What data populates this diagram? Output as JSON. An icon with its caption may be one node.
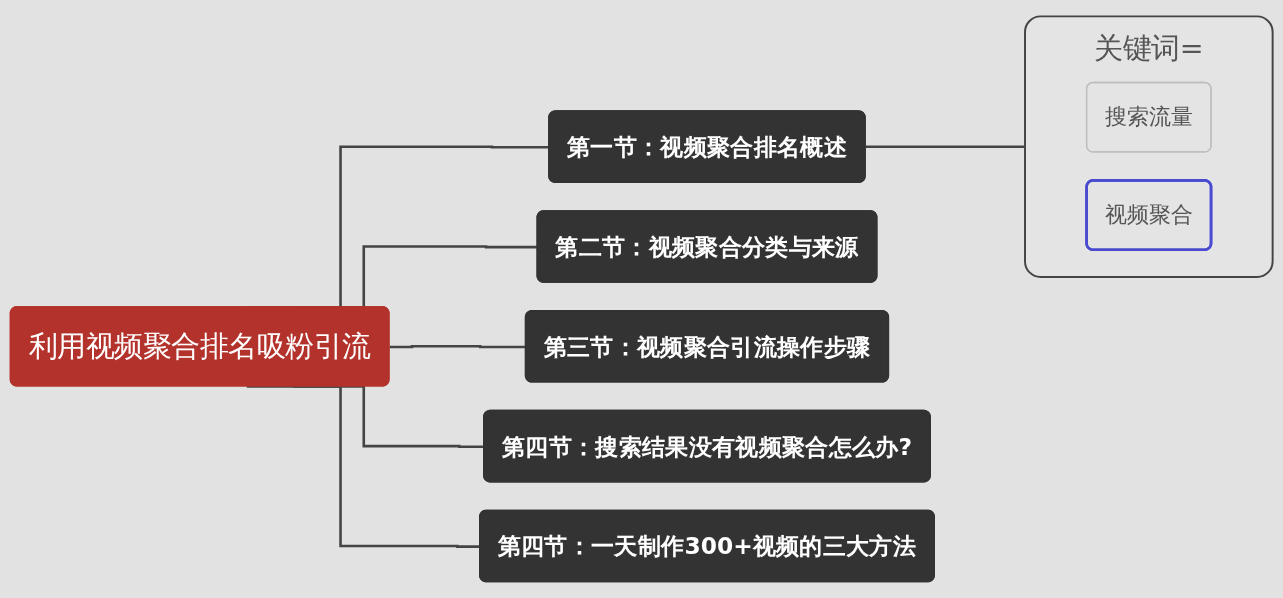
{
  "diagram": {
    "nodes": [
      {
        "text": [
          "利用视频聚合排名吸粉引流"
        ]
      },
      {
        "text": [
          "第一节：视频聚合排名概述"
        ]
      },
      {
        "text": [
          "第二节：视频聚合分类与来源"
        ]
      },
      {
        "text": [
          "第三节：视频聚合引流操作步骤"
        ]
      },
      {
        "text": [
          "第四节：搜索结果没有视频聚合怎么办?"
        ]
      },
      {
        "text": [
          "第四节：一天制作300+视频的三大方法"
        ]
      },
      {
        "text": [
          "关键词="
        ]
      },
      {
        "text": [
          "搜索流量"
        ],
        "in": 6
      },
      {
        "text": [
          "视频聚合"
        ],
        "in": 6
      }
    ],
    "edges": [
      {
        "from": 0,
        "to": 1,
        "arrow": "none"
      },
      {
        "from": 0,
        "to": 2,
        "arrow": "none"
      },
      {
        "from": 0,
        "to": 3,
        "arrow": "none"
      },
      {
        "from": 0,
        "to": 4,
        "arrow": "none"
      },
      {
        "from": 0,
        "to": 5,
        "arrow": "none"
      },
      {
        "from": 1,
        "to": 6,
        "arrow": "none"
      }
    ]
  }
}
